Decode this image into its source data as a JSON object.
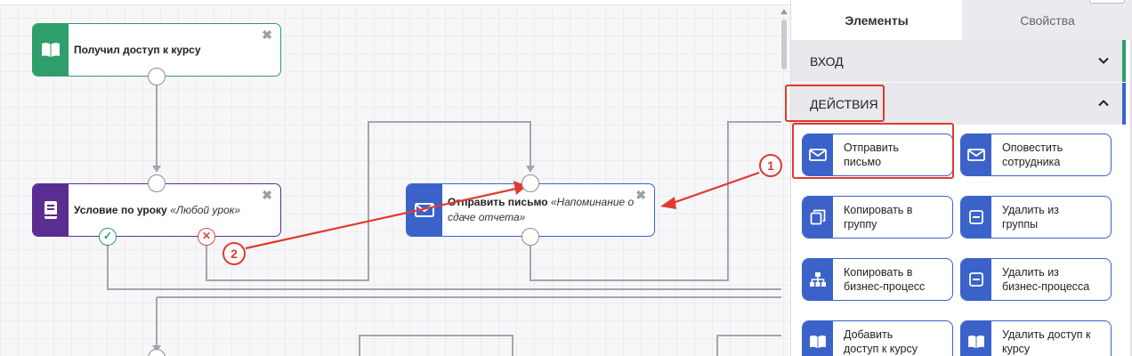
{
  "canvas": {
    "nodes": [
      {
        "title": "Получил доступ к курсу",
        "subtitle": "",
        "color": "#2e9e6b",
        "icon": "book-icon"
      },
      {
        "title": "Условие по уроку",
        "subtitle": "«Любой урок»",
        "color": "#5a2d91",
        "icon": "lesson-icon"
      },
      {
        "title": "Отправить письмо",
        "subtitle": "«Напоминание о сдаче отчета»",
        "color": "#3a62c9",
        "icon": "mail-icon"
      }
    ],
    "close_glyph": "✖",
    "ok_glyph": "✓",
    "no_glyph": "✕"
  },
  "panel": {
    "tabs": [
      {
        "label": "Элементы",
        "active": true
      },
      {
        "label": "Свойства",
        "active": false
      }
    ],
    "sections": [
      {
        "label": "ВХОД",
        "accent": "#2e9e6b",
        "expanded": false
      },
      {
        "label": "ДЕЙСТВИЯ",
        "accent": "#3a62c9",
        "expanded": true
      }
    ],
    "actions": [
      {
        "label": "Отправить письмо",
        "icon": "mail-icon"
      },
      {
        "label": "Оповестить сотрудника",
        "icon": "mail-icon"
      },
      {
        "label": "Копировать в группу",
        "icon": "copy-icon"
      },
      {
        "label": "Удалить из группы",
        "icon": "remove-icon"
      },
      {
        "label": "Копировать в бизнес-процесс",
        "icon": "hierarchy-icon"
      },
      {
        "label": "Удалить из бизнес-процесса",
        "icon": "remove-icon"
      },
      {
        "label": "Добавить доступ к курсу",
        "icon": "book-icon"
      },
      {
        "label": "Удалить доступ к курсу",
        "icon": "book-icon"
      }
    ]
  },
  "annotations": {
    "badge1": "1",
    "badge2": "2",
    "color": "#e03a30"
  },
  "colors": {
    "action_blue": "#3a62c9",
    "entry_green": "#2e9e6b",
    "condition_purple": "#5a2d91"
  }
}
